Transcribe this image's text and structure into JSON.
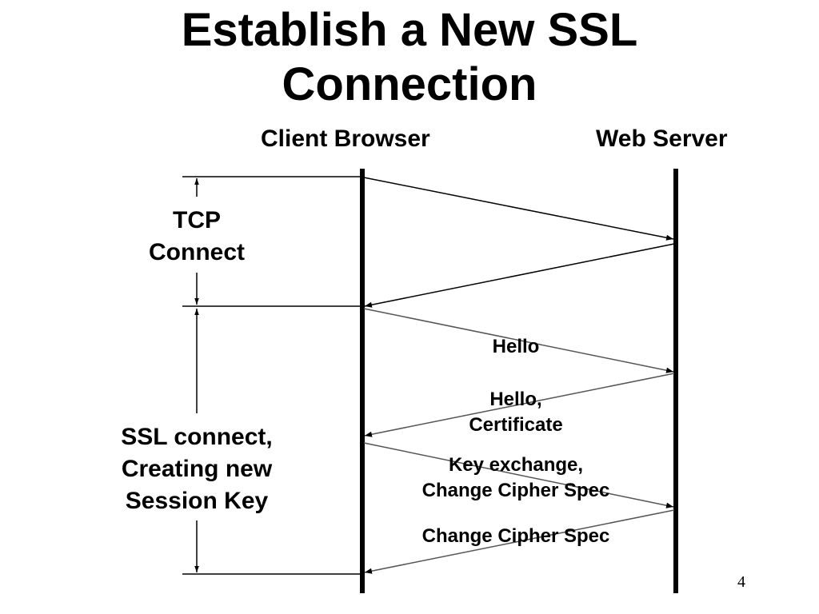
{
  "title": {
    "line1": "Establish a New SSL",
    "line2": "Connection"
  },
  "columns": {
    "client": "Client Browser",
    "server": "Web Server"
  },
  "phases": {
    "tcp": {
      "line1": "TCP",
      "line2": "Connect"
    },
    "ssl": {
      "line1": "SSL connect,",
      "line2": "Creating new",
      "line3": "Session Key"
    }
  },
  "messages": {
    "hello": "Hello",
    "hello_cert": {
      "line1": "Hello,",
      "line2": "Certificate"
    },
    "key_exchange": {
      "line1": "Key exchange,",
      "line2": "Change Cipher Spec"
    },
    "change_cipher": "Change Cipher Spec"
  },
  "page_number": "4",
  "colors": {
    "ink": "#000000",
    "arrow_gray": "#555555"
  }
}
